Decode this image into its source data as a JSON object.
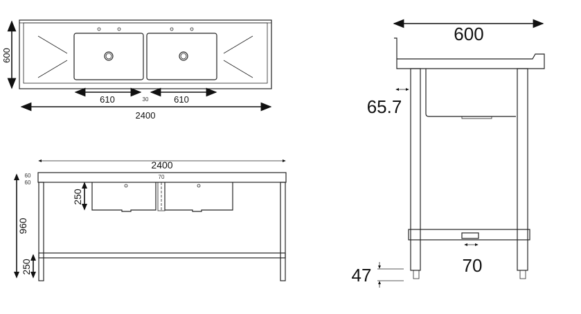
{
  "top_view": {
    "width_label": "2400",
    "depth_label": "600",
    "basin_left_label": "610",
    "basin_right_label": "610",
    "gap_label": "30"
  },
  "front_view": {
    "width_label": "2400",
    "height_label": "960",
    "basin_depth_label": "250",
    "shelf_height_label": "250",
    "top_thickness_label_1": "60",
    "top_thickness_label_2": "60",
    "divider_label": "70"
  },
  "side_view": {
    "depth_label": "600",
    "leg_offset_label": "65.7",
    "foot_label": "47",
    "brace_label": "70"
  }
}
